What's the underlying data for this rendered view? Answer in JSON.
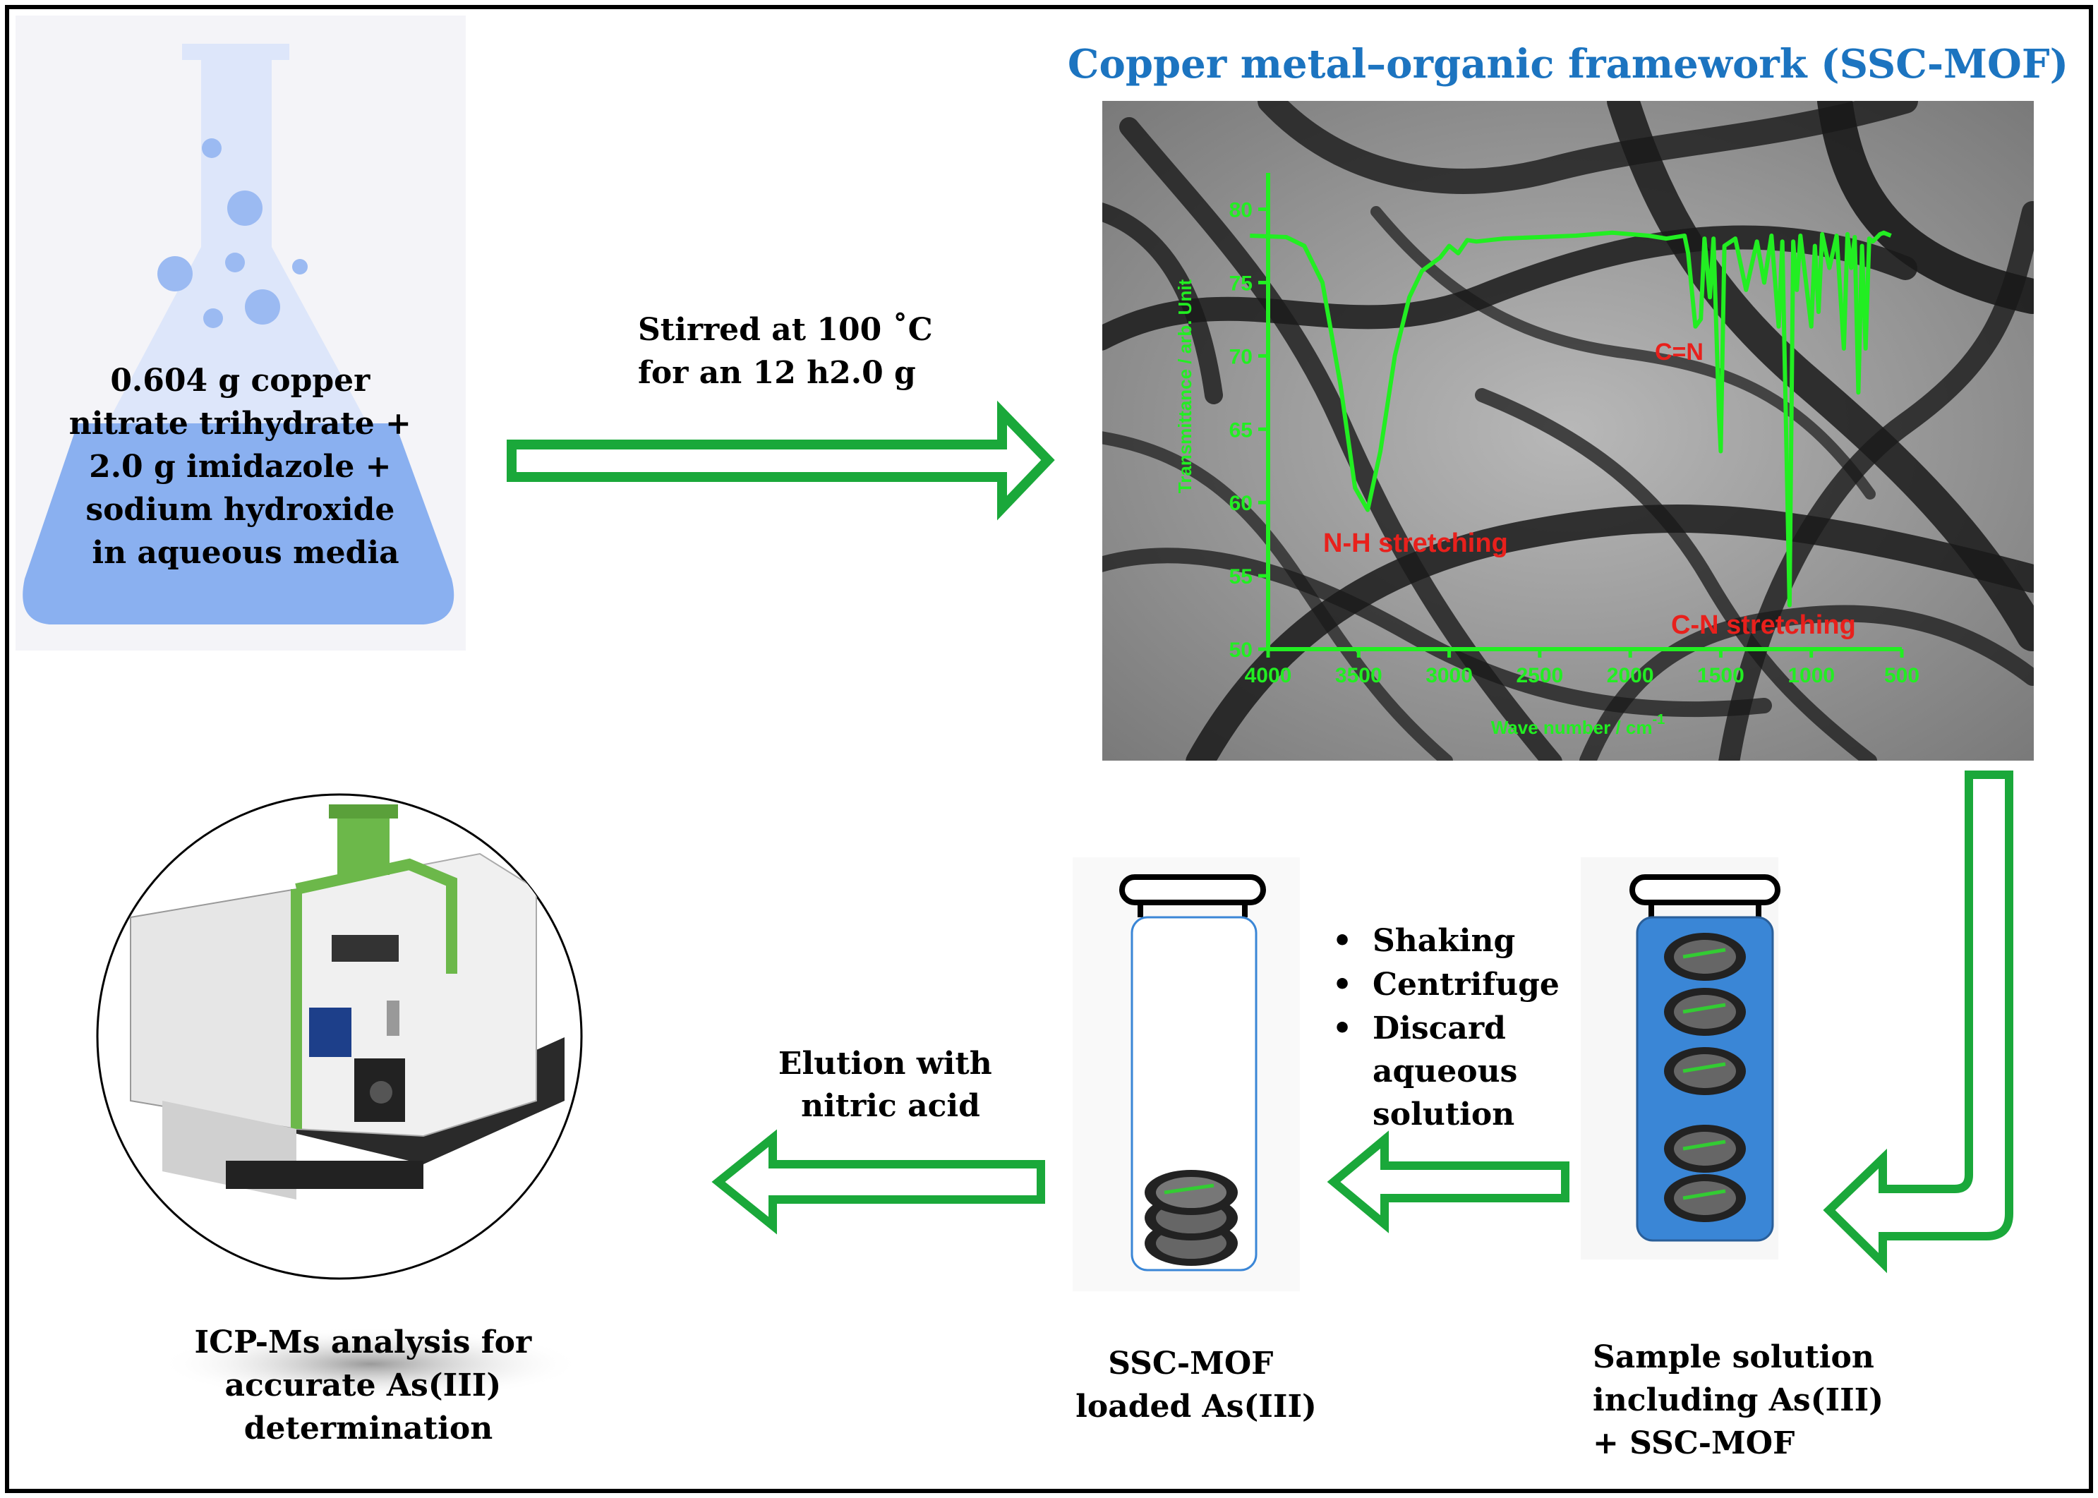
{
  "flask_label": [
    "0.604 g copper",
    "nitrate trihydrate +",
    "2.0 g imidazole  +",
    "sodium hydroxide",
    "in aqueous media"
  ],
  "step1_label": [
    "Stirred at 100 ˚C",
    "for an 12 h2.0 g"
  ],
  "mof_title": "Copper metal–organic framework (SSC-MOF)",
  "ftir": {
    "y_axis_label": "Transmittance / arb. Unit",
    "x_axis_label_main": "Wave number / cm",
    "x_axis_label_sup": "-1",
    "y_ticks": [
      "80",
      "75",
      "70",
      "65",
      "60",
      "55",
      "50"
    ],
    "x_ticks": [
      "4000",
      "3500",
      "3000",
      "2500",
      "2000",
      "1500",
      "1000",
      "500"
    ],
    "annotations": {
      "nh": "N-H stretching",
      "cn_double": "C=N",
      "cn": "C-N stretching"
    },
    "line_color": "#22ee22",
    "annotation_color": "#e8201c"
  },
  "chart_data": {
    "type": "line",
    "title": "",
    "xlabel": "Wave number / cm-1",
    "ylabel": "Transmittance / arb. Unit",
    "xlim": [
      4000,
      500
    ],
    "ylim": [
      50,
      82
    ],
    "x_reversed": true,
    "grid": false,
    "series": [
      {
        "x": [
          4100,
          3900,
          3800,
          3700,
          3600,
          3520,
          3450,
          3380,
          3300,
          3220,
          3150,
          3050,
          3000,
          2950,
          2900,
          2850,
          2700,
          2500,
          2300,
          2100,
          1900,
          1800,
          1700,
          1680,
          1640,
          1610,
          1590,
          1560,
          1540,
          1510,
          1500,
          1480,
          1420,
          1360,
          1300,
          1260,
          1220,
          1180,
          1160,
          1120,
          1100,
          1080,
          1060,
          1000,
          980,
          960,
          940,
          900,
          860,
          820,
          800,
          780,
          760,
          740,
          720,
          700,
          680,
          660,
          620,
          600,
          560
        ],
        "y": [
          78.2,
          78.1,
          77.5,
          75.0,
          68.0,
          61.0,
          59.5,
          63.5,
          70.0,
          74.0,
          75.8,
          76.7,
          77.5,
          77.0,
          77.9,
          77.8,
          78.0,
          78.1,
          78.2,
          78.4,
          78.2,
          78.0,
          78.2,
          77.0,
          72.0,
          72.5,
          78.0,
          74.0,
          78.0,
          66.0,
          63.5,
          77.5,
          78.0,
          74.5,
          77.8,
          75.0,
          78.2,
          72.0,
          77.8,
          53.0,
          77.8,
          74.5,
          78.2,
          72.0,
          77.5,
          73.0,
          78.3,
          76.0,
          78.2,
          70.5,
          78.3,
          76.0,
          78.1,
          67.5,
          77.5,
          70.5,
          78.0,
          77.8,
          78.3,
          78.4,
          78.2
        ]
      }
    ]
  },
  "step2_label": [
    "Sample solution",
    "including As(III)",
    "+ SSC-MOF"
  ],
  "step3_bullets": [
    "Shaking",
    "Centrifuge",
    "Discard",
    "aqueous",
    "solution"
  ],
  "step4_label": [
    "SSC-MOF",
    "loaded As(III)"
  ],
  "step5_label": [
    "Elution with",
    "nitric acid"
  ],
  "step6_label": [
    "ICP-Ms analysis for",
    "accurate As(III)",
    "determination"
  ],
  "colors": {
    "arrow_green": "#1aa83a",
    "title_blue": "#1c74c0",
    "flask_blue": "#8ab0f0",
    "tube_blue": "#3a86d6",
    "instrument_green": "#6cb84a"
  }
}
